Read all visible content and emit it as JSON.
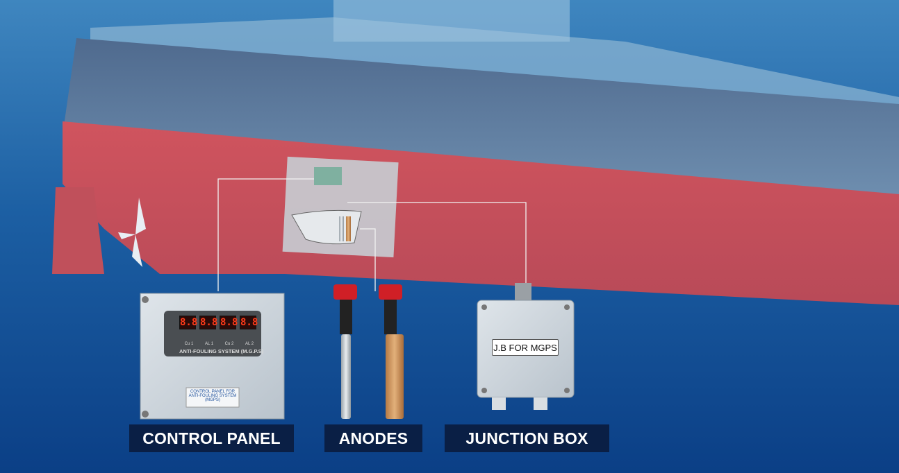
{
  "labels": {
    "control_panel": "CONTROL PANEL",
    "anodes": "ANODES",
    "junction_box": "JUNCTION BOX"
  },
  "control_panel": {
    "displays": [
      "8.8",
      "8.8",
      "8.8",
      "8.8"
    ],
    "channel_labels": [
      "Cu 1",
      "AL 1",
      "Cu 2",
      "AL 2"
    ],
    "caption": "ANTI-FOULING SYSTEM (M.G.P.S)",
    "plate_title": "CONTROL PANEL FOR ANTI-FOULING SYSTEM (MGPS)"
  },
  "junction_box": {
    "tag": "J.B FOR MGPS"
  },
  "colors": {
    "water": "#0d4a8a",
    "hull_red": "#c8505a",
    "label_bg": "#0a1f45"
  }
}
